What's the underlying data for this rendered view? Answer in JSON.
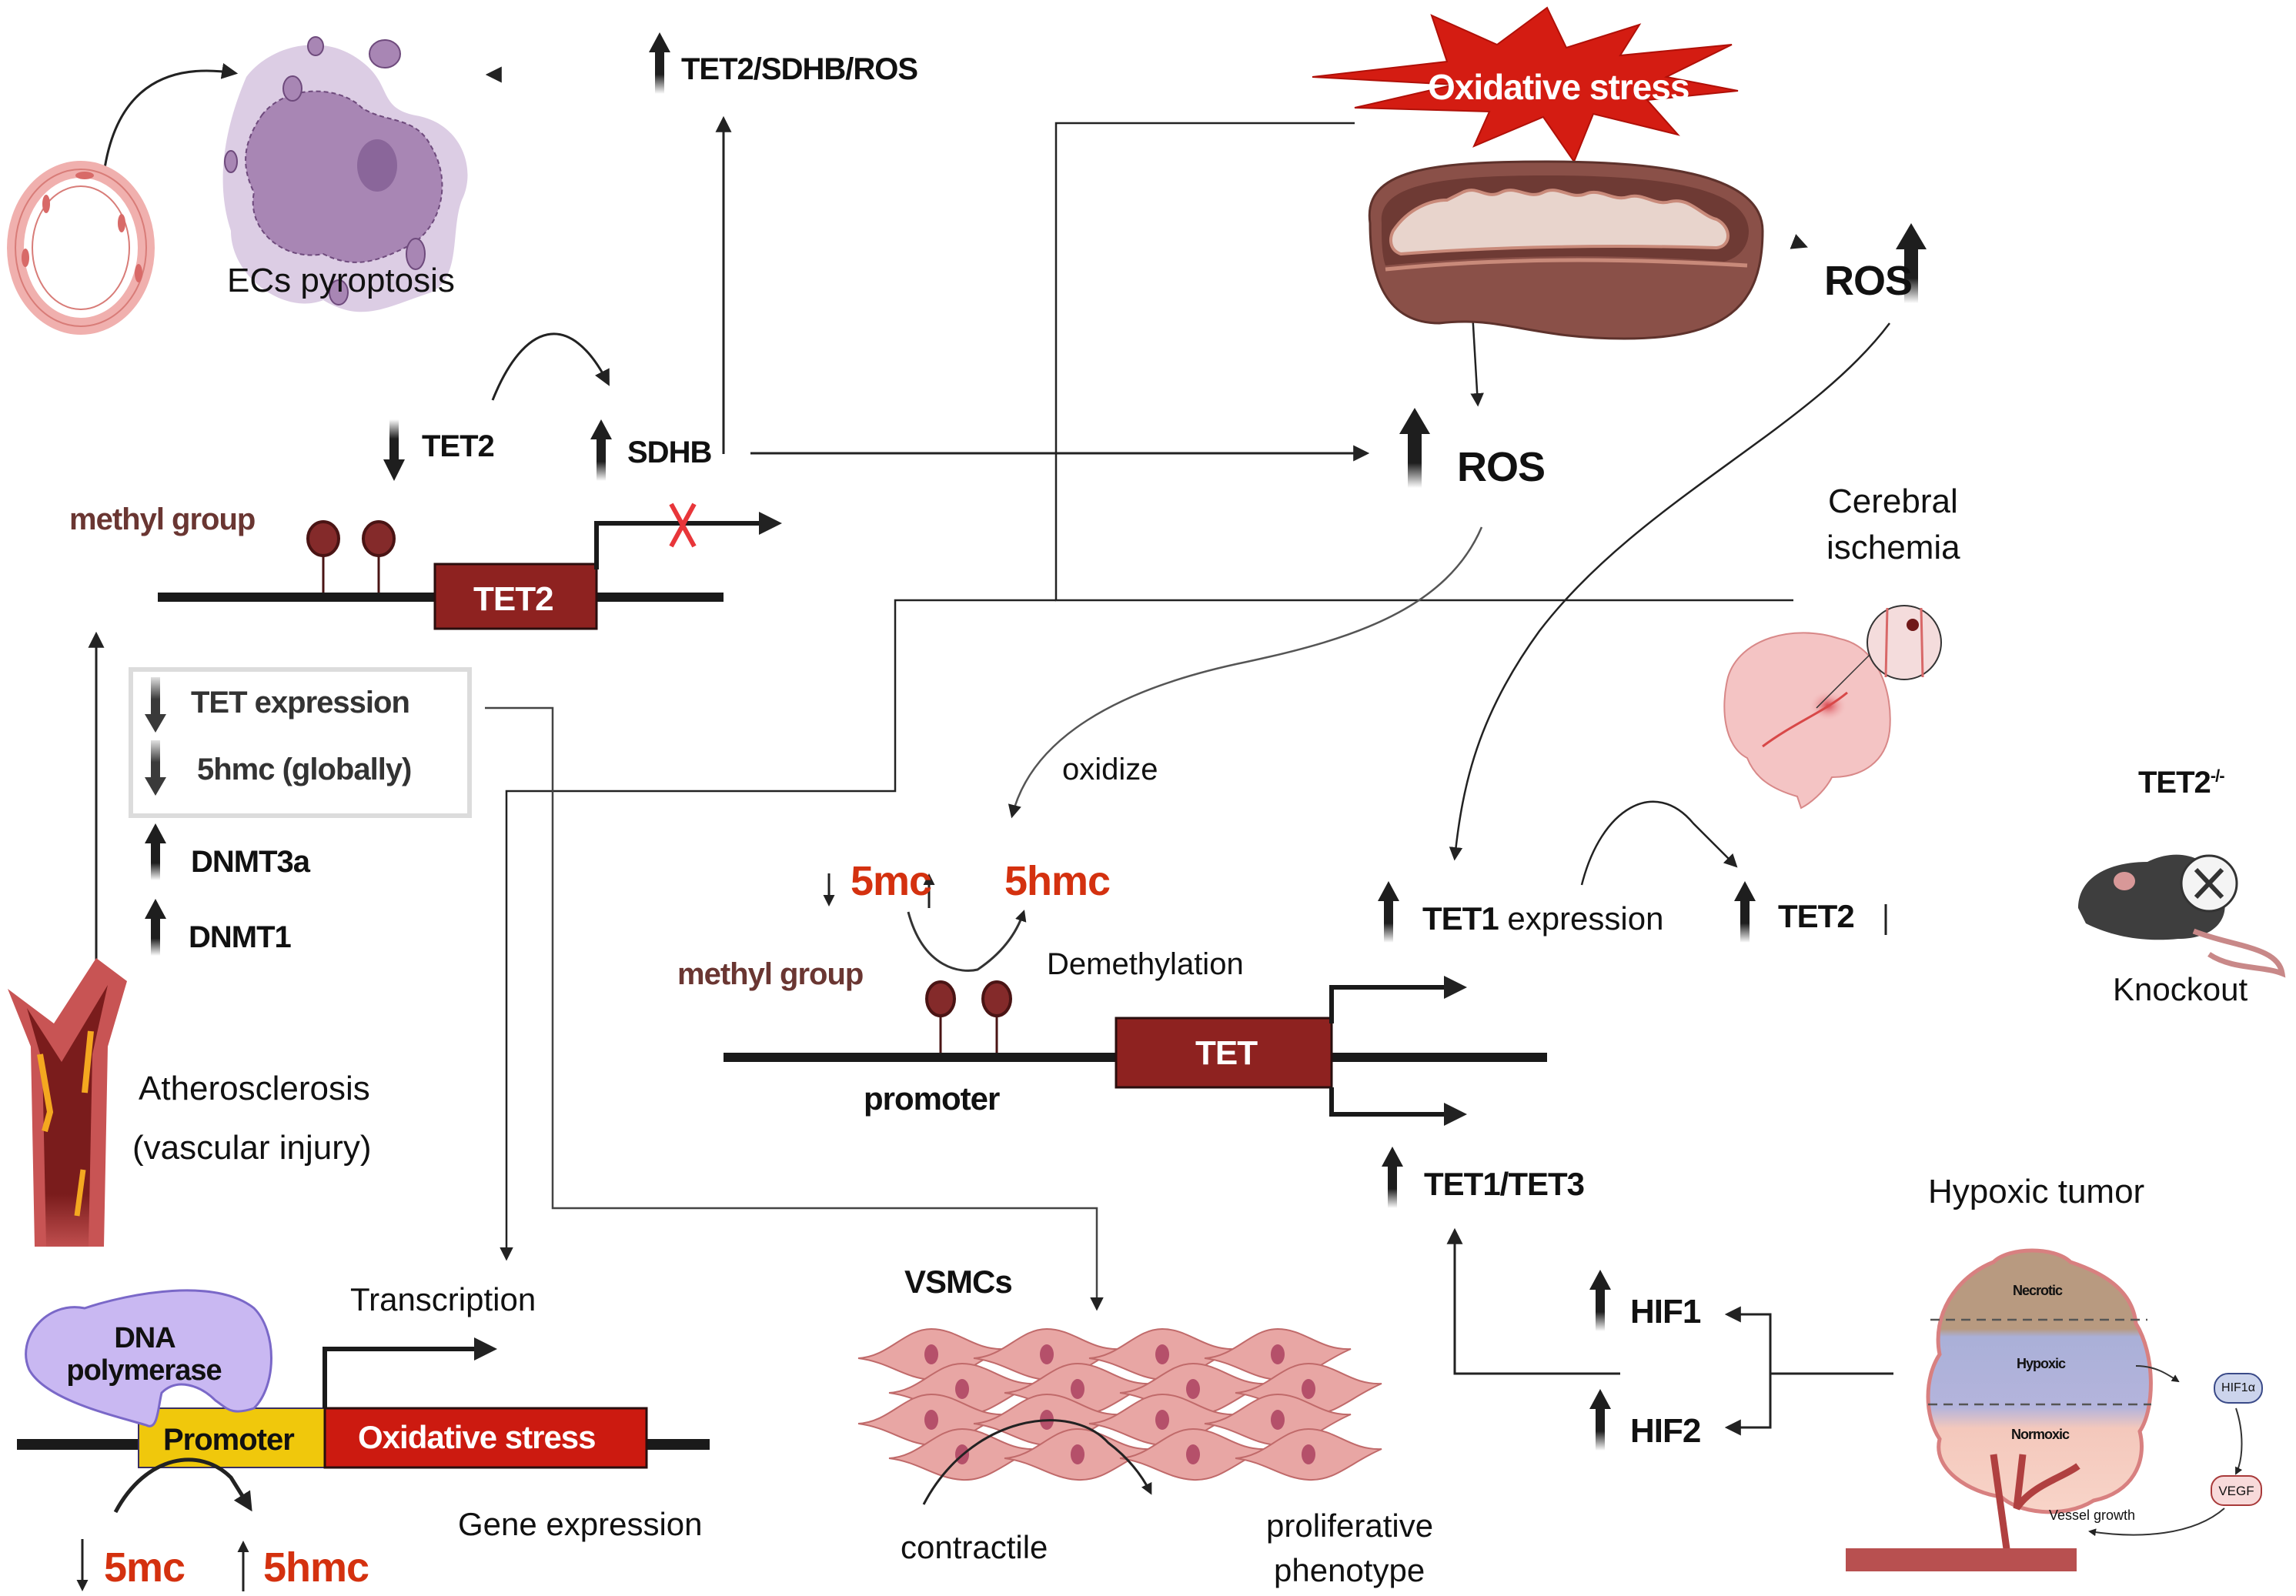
{
  "figure": {
    "title": "TET enzymes, DNA demethylation and oxidative stress in vascular disease, cerebral ischemia and hypoxic tumor",
    "colors": {
      "arrow": "#222222",
      "gene_box": "#8e2220",
      "promoter_box": "#f0c80c",
      "oxidative_box": "#cc1a10",
      "star": "#d41c12",
      "methyl_text": "#6a3632",
      "mark_text_red": "#d4310f",
      "inhibit_x": "#e8363a",
      "polymerase": "#c9b8f2",
      "vsmc": "#e8a6a4",
      "vsmc_nucleus": "#b5506a",
      "mito_outer": "#8a5048",
      "pyroptosis_cell": "#a784b4"
    }
  },
  "top_left": {
    "ecs_pyroptosis": "ECs pyroptosis",
    "tet2_sdhb_ros": "TET2/SDHB/ROS",
    "tet2_sdhb_ros_direction": "up"
  },
  "tet2_gene": {
    "tet2_down_label": "TET2",
    "tet2_direction": "down",
    "sdhb_label": "SDHB",
    "sdhb_direction": "up",
    "methyl_group": "methyl group",
    "gene_box": "TET2",
    "transcription_blocked_icon": "x-mark"
  },
  "oxidative_stress_star": "Oxidative stress",
  "mitochondria": {
    "ros_right": "ROS",
    "ros_mid": "ROS"
  },
  "atherosclerosis": {
    "box": {
      "item1": "TET expression",
      "item1_direction": "down",
      "item2": "5hmc (globally)",
      "item2_direction": "down"
    },
    "dnmt3a": "DNMT3a",
    "dnmt1": "DNMT1",
    "label_line1": "Atherosclerosis",
    "label_line2": "(vascular injury)"
  },
  "gene_expression": {
    "polymerase_line1": "DNA",
    "polymerase_line2": "polymerase",
    "promoter": "Promoter",
    "oxidative_box": "Oxidative stress",
    "transcription": "Transcription",
    "gene_expression": "Gene expression",
    "mark_5mc": "5mc",
    "mark_5mc_direction": "down",
    "mark_5hmc": "5hmc",
    "mark_5hmc_direction": "up"
  },
  "demethylation": {
    "oxidize": "oxidize",
    "mark_5mc": "5mc",
    "mark_5hmc": "5hmc",
    "methyl_group": "methyl group",
    "demethylation": "Demethylation",
    "promoter": "promoter",
    "gene_box": "TET"
  },
  "vsmcs": {
    "title": "VSMCs",
    "from": "contractile",
    "to_line1": "proliferative",
    "to_line2": "phenotype"
  },
  "cerebral": {
    "line1": "Cerebral",
    "line2": "ischemia",
    "tet1_bold": "TET1",
    "tet1_rest": " expression",
    "tet2": "TET2",
    "knockout_title": "TET2",
    "knockout_superscript": "-/-",
    "knockout": "Knockout"
  },
  "hypoxia": {
    "tet1_tet3": "TET1/TET3",
    "hif1": "HIF1",
    "hif2": "HIF2",
    "title": "Hypoxic tumor",
    "zone_necrotic": "Necrotic",
    "zone_hypoxic": "Hypoxic",
    "zone_normoxic": "Normoxic",
    "hif1a": "HIF1α",
    "vegf": "VEGF",
    "vessel_growth": "Vessel growth"
  }
}
